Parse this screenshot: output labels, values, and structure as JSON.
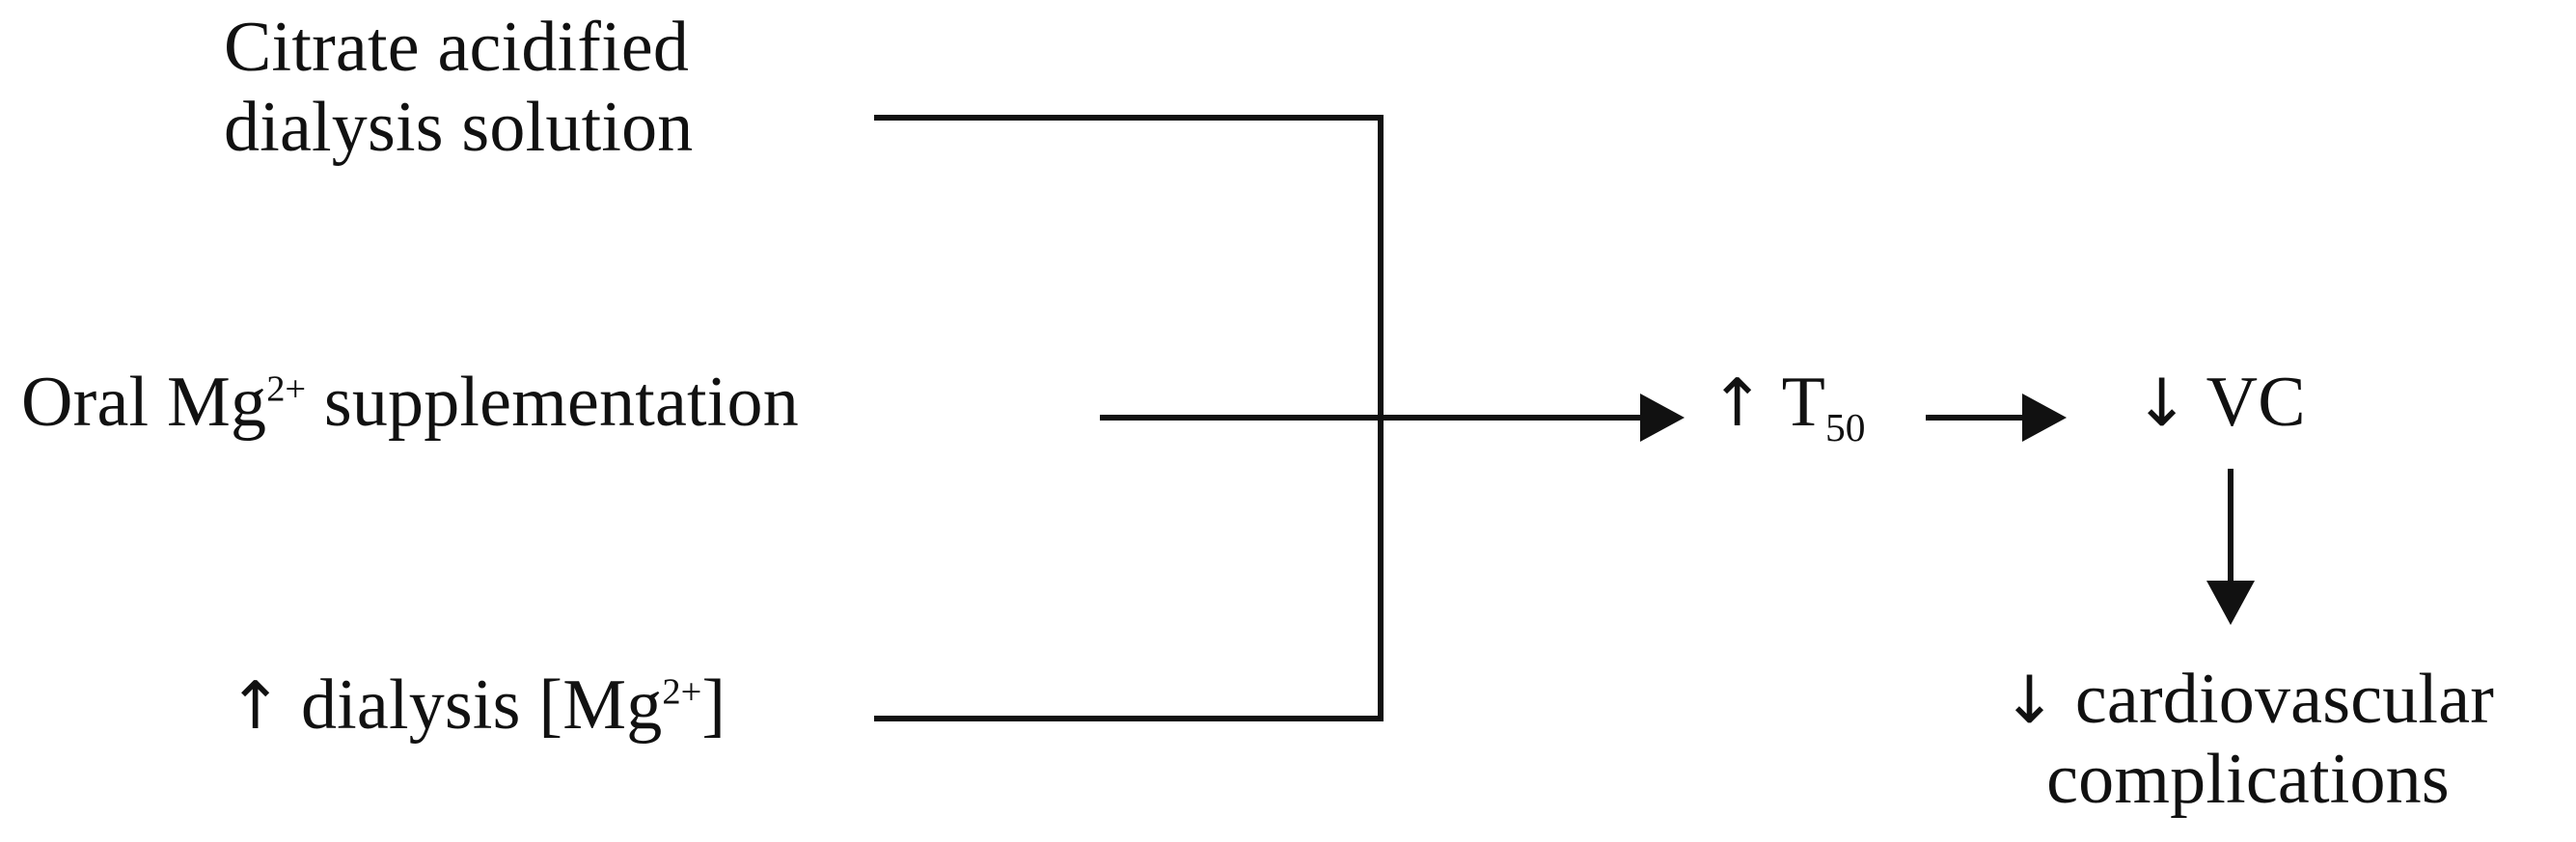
{
  "diagram": {
    "title": "Magnesium and citrate pathway to reduced cardiovascular complications",
    "background_color": "#ffffff",
    "line_color": "#111111",
    "nodes": {
      "citrate": {
        "line1": "Citrate acidified",
        "line2": "dialysis solution"
      },
      "oral_mg": {
        "prefix": "Oral Mg",
        "superscript": "2+",
        "suffix": " supplementation"
      },
      "dialysis_mg": {
        "arrow": "↑",
        "prefix": " dialysis [Mg",
        "superscript": "2+",
        "suffix": "]"
      },
      "t50": {
        "arrow": "↑",
        "label": " T",
        "subscript": "50"
      },
      "vc": {
        "arrow": "↓",
        "label": " VC"
      },
      "cardio": {
        "line1_arrow": "↓",
        "line1": " cardiovascular",
        "line2": "complications"
      }
    },
    "connectors": [
      {
        "name": "bracket-top-stub",
        "from": "citrate",
        "to": "bracket-spine",
        "type": "line"
      },
      {
        "name": "bracket-mid-stub",
        "from": "oral_mg",
        "to": "bracket-spine",
        "type": "line"
      },
      {
        "name": "bracket-bottom-stub",
        "from": "dialysis_mg",
        "to": "bracket-spine",
        "type": "line"
      },
      {
        "name": "bracket-spine",
        "from": "bracket-top-stub",
        "to": "bracket-bottom-stub",
        "type": "line"
      },
      {
        "name": "arrow-to-t50",
        "from": "bracket-spine",
        "to": "t50",
        "type": "arrow",
        "direction": "right"
      },
      {
        "name": "arrow-t50-vc",
        "from": "t50",
        "to": "vc",
        "type": "arrow",
        "direction": "right"
      },
      {
        "name": "arrow-vc-cardio",
        "from": "vc",
        "to": "cardio",
        "type": "arrow",
        "direction": "down"
      }
    ]
  }
}
